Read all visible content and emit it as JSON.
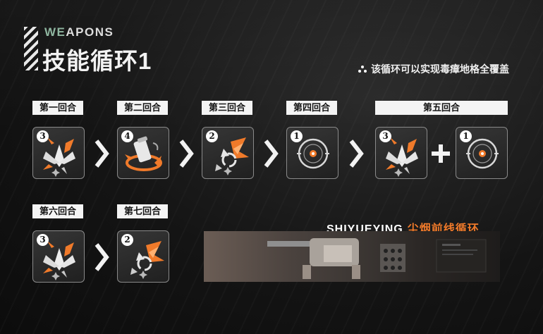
{
  "header": {
    "brand_accent": "WE",
    "brand_rest": "APONS",
    "title": "技能循环1",
    "note": "该循环可以实现毒瘴地格全覆盖"
  },
  "rounds": [
    {
      "label": "第一回合",
      "skills": [
        {
          "icon": "leaf-burst-icon",
          "count": "3"
        }
      ]
    },
    {
      "label": "第二回合",
      "skills": [
        {
          "icon": "canister-blast-icon",
          "count": "4"
        }
      ]
    },
    {
      "label": "第三回合",
      "skills": [
        {
          "icon": "shatter-icon",
          "count": "2"
        }
      ]
    },
    {
      "label": "第四回合",
      "skills": [
        {
          "icon": "target-orb-icon",
          "count": "1"
        }
      ]
    },
    {
      "label": "第五回合",
      "skills": [
        {
          "icon": "leaf-burst-icon",
          "count": "3"
        },
        {
          "icon": "target-orb-icon",
          "count": "1"
        }
      ]
    },
    {
      "label": "第六回合",
      "skills": [
        {
          "icon": "leaf-burst-icon",
          "count": "3"
        }
      ]
    },
    {
      "label": "第七回合",
      "skills": [
        {
          "icon": "shatter-icon",
          "count": "2"
        }
      ]
    }
  ],
  "banner": {
    "title_en": "SHIYUEYING",
    "title_cn": "尘烟前线循环"
  },
  "colors": {
    "accent_orange": "#f07a2a",
    "brand_green": "#8fb6a0"
  }
}
